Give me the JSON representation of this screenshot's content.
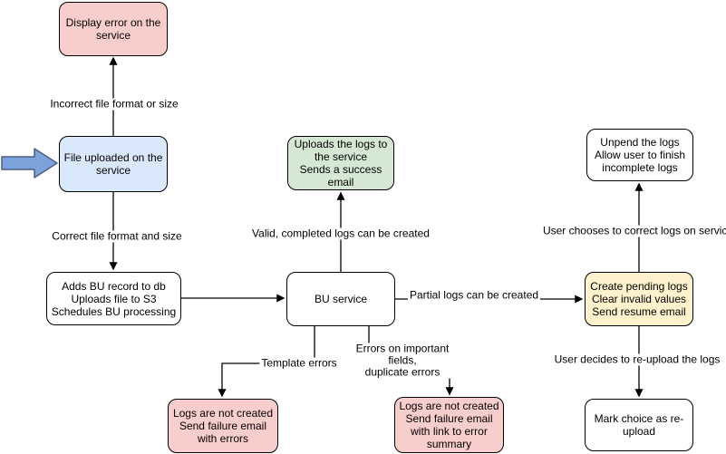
{
  "diagram": {
    "type": "flowchart",
    "background": "#ffffff"
  },
  "colors": {
    "stroke": "#000000",
    "pink_fill": "#f8cecc",
    "blue_fill": "#dae8fc",
    "green_fill": "#d5e8d4",
    "yellow_fill": "#fff2cc",
    "white_fill": "#ffffff",
    "pointer_arrow_fill": "#7da2db",
    "pointer_arrow_stroke": "#4b5f85"
  },
  "nodes": {
    "display_error": {
      "text": "Display error on the\nservice",
      "fill": "#f8cecc"
    },
    "file_uploaded": {
      "text": "File uploaded on the\nservice",
      "fill": "#dae8fc"
    },
    "adds_bu_record": {
      "text": "Adds BU record to db\nUploads file to S3\nSchedules BU processing",
      "fill": "#ffffff"
    },
    "bu_service": {
      "text": "BU service",
      "fill": "#ffffff"
    },
    "uploads_logs": {
      "text": "Uploads the logs to\nthe service\nSends a success\nemail",
      "fill": "#d5e8d4"
    },
    "unpend_logs": {
      "text": "Unpend the logs\nAllow user to finish\nincomplete logs",
      "fill": "#ffffff"
    },
    "create_pending": {
      "text": "Create pending logs\nClear invalid values\nSend resume email",
      "fill": "#fff2cc"
    },
    "mark_choice": {
      "text": "Mark choice as re-\nupload",
      "fill": "#ffffff"
    },
    "logs_not_created_errors": {
      "text": "Logs are not created\nSend failure email\nwith errors",
      "fill": "#f8cecc"
    },
    "logs_not_created_summary": {
      "text": "Logs are not created\nSend failure email\nwith link to error\nsummary",
      "fill": "#f8cecc"
    }
  },
  "edge_labels": {
    "incorrect_file": "Incorrect file format or size",
    "correct_file": "Correct file format and size",
    "valid_completed": "Valid, completed logs can be created",
    "partial_logs": "Partial logs can be created",
    "template_errors": "Template errors",
    "errors_important": "Errors on important fields,\nduplicate errors",
    "user_chooses": "User chooses to correct logs on service",
    "user_decides": "User decides to re-upload the logs"
  }
}
